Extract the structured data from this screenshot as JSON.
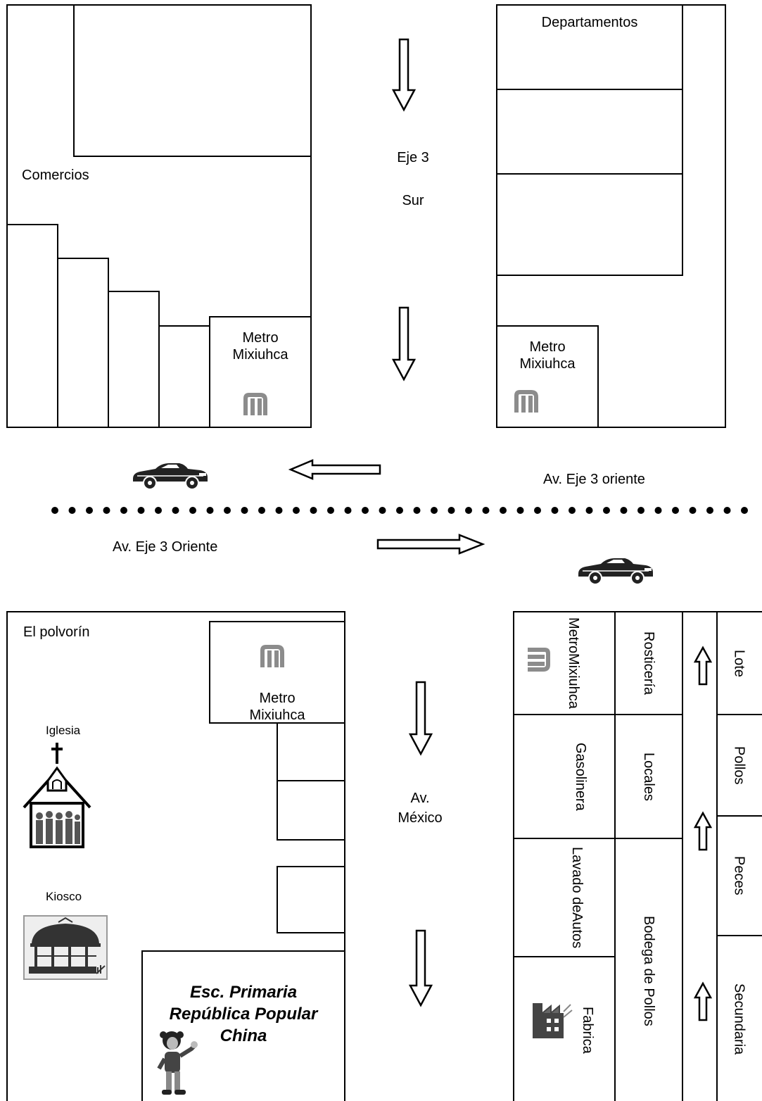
{
  "labels": {
    "comercios": "Comercios",
    "departamentos": "Departamentos",
    "eje3": "Eje 3",
    "sur": "Sur",
    "metro_line1": "Metro",
    "metro_line2": "Mixiuhca",
    "av_eje3_oriente_lower": "Av. Eje 3 oriente",
    "av_eje3_oriente": "Av. Eje 3 Oriente",
    "el_polvorin": "El polvorín",
    "iglesia": "Iglesia",
    "kiosco": "Kiosco",
    "av": "Av.",
    "mexico": "México",
    "school_line1": "Esc. Primaria",
    "school_line2": "República Popular",
    "school_line3": "China",
    "rosticeria": "Rosticería",
    "gasolinera": "Gasolinera",
    "locales": "Locales",
    "lavado_line1": "Lavado de",
    "lavado_line2": "Autos",
    "bodega": "Bodega de Pollos",
    "fabrica": "Fabrica",
    "lote": "Lote",
    "pollos": "Pollos",
    "peces": "Peces",
    "secundaria": "Secundaria"
  },
  "icons": {
    "metro": "metro-logo-icon",
    "car": "car-icon",
    "church": "church-icon",
    "kiosk": "kiosk-icon",
    "factory": "factory-icon",
    "child": "child-icon",
    "arrow": "arrow-icon"
  },
  "colors": {
    "line": "#000000",
    "metro_logo": "#8c8c8c",
    "background": "#ffffff"
  }
}
